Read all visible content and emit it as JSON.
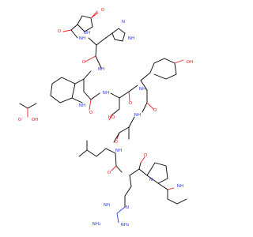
{
  "molecule": {
    "atom_labels": {
      "o_lactam": "O",
      "nh_pyroglu": "NH",
      "o_pyroglu_amide": "O",
      "nh_his_amide": "NH",
      "nh_imidazole": "NH",
      "n_imidazole": "N",
      "o_acetic_dbl": "O",
      "oh_acetic": "OH",
      "o_his_amide": "O",
      "nh_trp_amide": "NH",
      "oh_tyr_phenol": "OH",
      "nh_indole": "NH",
      "o_trp_amide": "O",
      "nh_ser_amide": "NH",
      "oh_ser": "HO",
      "o_ser_amide": "O",
      "nh_tyr_amide": "NH",
      "o_tyr_amide": "O",
      "nh_ala_amide": "NH",
      "o_ala_amide": "O",
      "nh_leu_amide": "NH",
      "o_leu_amide": "O",
      "n_pro": "N",
      "o_pro_amide": "O",
      "nh_ethylamide": "NH",
      "nh_guanidine_1": "NH",
      "n_guanidine": "N",
      "nh2_guanidine_a": "NH₂",
      "nh2_guanidine_b": "NH₂"
    },
    "colors": {
      "carbon_bond": "#000000",
      "oxygen": "#e8201e",
      "nitrogen": "#2f3fd8",
      "background": "#ffffff"
    }
  }
}
